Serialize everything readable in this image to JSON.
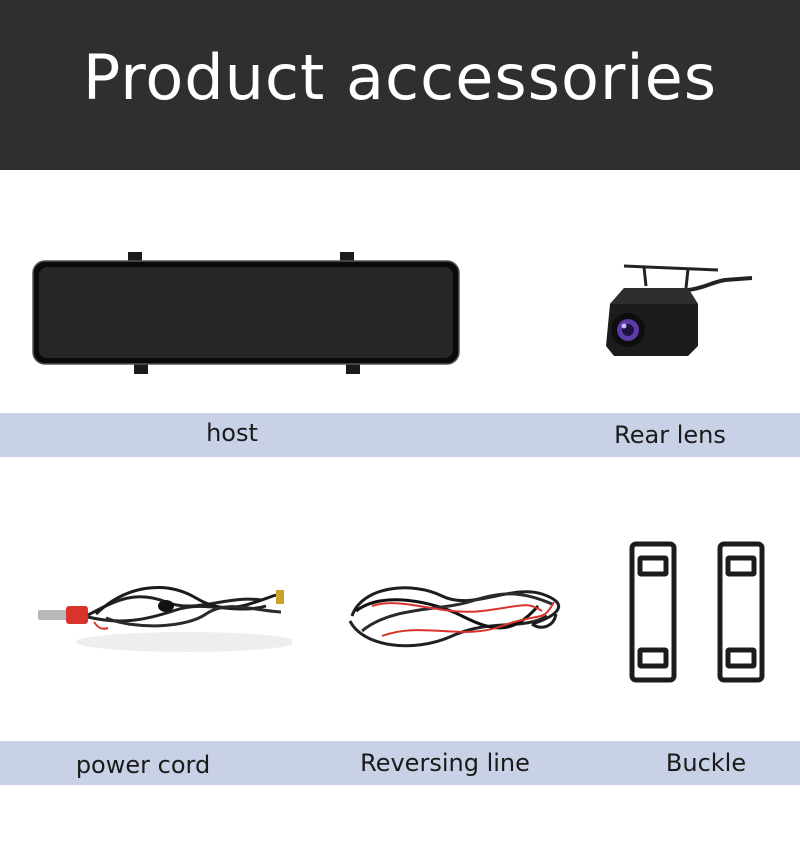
{
  "header": {
    "title": "Product accessories"
  },
  "accessories": [
    {
      "label": "host",
      "icon": "mirror-host-icon"
    },
    {
      "label": "Rear lens",
      "icon": "rear-camera-icon"
    },
    {
      "label": "power cord",
      "icon": "power-cord-icon"
    },
    {
      "label": "Reversing line",
      "icon": "reversing-cable-icon"
    },
    {
      "label": "Buckle",
      "icon": "rubber-buckle-icon"
    }
  ],
  "colors": {
    "header_bg": "#2f2f2f",
    "label_band": "#c9d1e6",
    "cable_red": "#d8342c"
  }
}
